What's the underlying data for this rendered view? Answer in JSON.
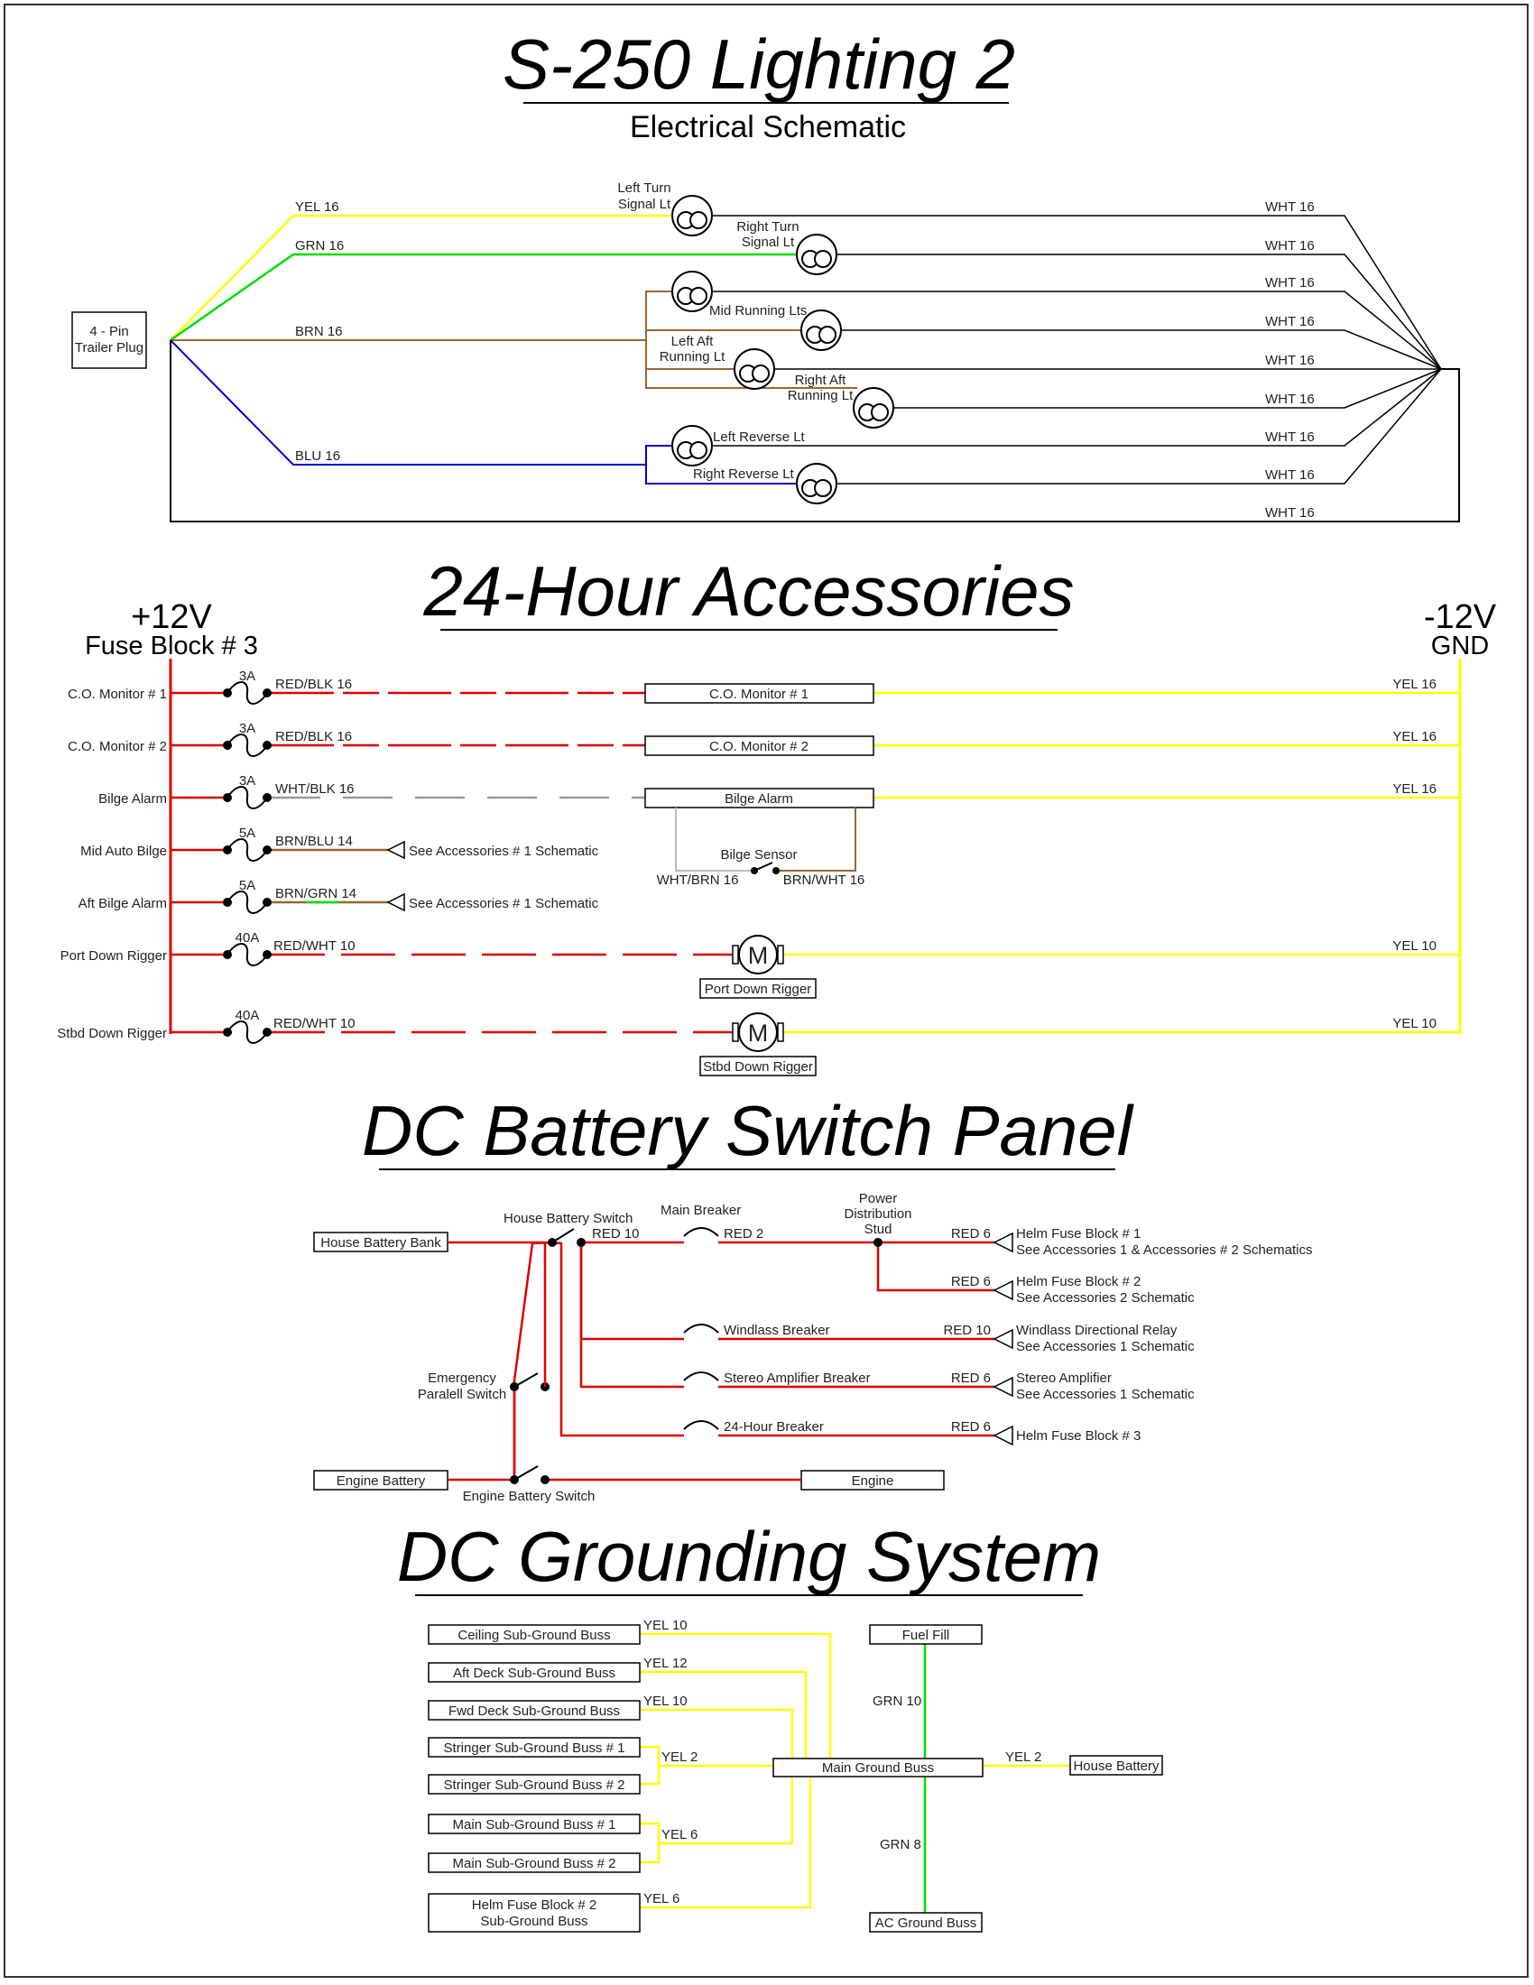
{
  "colors": {
    "yellow": "#ffff00",
    "green": "#00dd00",
    "brown": "#996633",
    "blue": "#0000cc",
    "red": "#dd0000",
    "black": "#000000",
    "gray": "#bbbbbb"
  },
  "lighting": {
    "title": "S-250 Lighting 2",
    "subtitle": "Electrical Schematic",
    "plug_line1": "4 - Pin",
    "plug_line2": "Trailer Plug",
    "wires": {
      "yel": "YEL 16",
      "grn": "GRN 16",
      "brn": "BRN 16",
      "blu": "BLU 16"
    },
    "lamps": {
      "left_turn_1": "Left Turn",
      "left_turn_2": "Signal Lt",
      "right_turn_1": "Right Turn",
      "right_turn_2": "Signal Lt",
      "mid_running": "Mid Running Lts",
      "left_aft_1": "Left Aft",
      "left_aft_2": "Running Lt",
      "right_aft_1": "Right Aft",
      "right_aft_2": "Running Lt",
      "left_reverse": "Left Reverse Lt",
      "right_reverse": "Right Reverse Lt"
    },
    "ground_wires": [
      "WHT 16",
      "WHT 16",
      "WHT 16",
      "WHT 16",
      "WHT 16",
      "WHT 16",
      "WHT 16",
      "WHT 16",
      "WHT 16"
    ]
  },
  "accessories": {
    "title": "24-Hour Accessories",
    "pos_volt": "+12V",
    "pos_fuse": "Fuse Block # 3",
    "neg_volt": "-12V",
    "neg_gnd": "GND",
    "circuits": [
      {
        "label": "C.O. Monitor # 1",
        "fuse": "3A",
        "wire": "RED/BLK 16",
        "device": "C.O. Monitor # 1",
        "return_wire": "YEL 16"
      },
      {
        "label": "C.O. Monitor # 2",
        "fuse": "3A",
        "wire": "RED/BLK 16",
        "device": "C.O. Monitor # 2",
        "return_wire": "YEL 16"
      },
      {
        "label": "Bilge Alarm",
        "fuse": "3A",
        "wire": "WHT/BLK 16",
        "device": "Bilge Alarm",
        "return_wire": "YEL 16"
      },
      {
        "label": "Mid Auto Bilge",
        "fuse": "5A",
        "wire": "BRN/BLU 14",
        "ref": "See Accessories # 1 Schematic"
      },
      {
        "label": "Aft Bilge Alarm",
        "fuse": "5A",
        "wire": "BRN/GRN 14",
        "ref": "See Accessories # 1 Schematic"
      },
      {
        "label": "Port Down Rigger",
        "fuse": "40A",
        "wire": "RED/WHT 10",
        "device": "Port Down Rigger",
        "motor": "M",
        "return_wire": "YEL 10"
      },
      {
        "label": "Stbd Down Rigger",
        "fuse": "40A",
        "wire": "RED/WHT 10",
        "device": "Stbd Down Rigger",
        "motor": "M",
        "return_wire": "YEL 10"
      }
    ],
    "bilge_sensor": "Bilge Sensor",
    "sensor_wire_left": "WHT/BRN 16",
    "sensor_wire_right": "BRN/WHT 16"
  },
  "battery_panel": {
    "title": "DC Battery Switch Panel",
    "house_bank": "House Battery Bank",
    "house_switch": "House Battery Switch",
    "main_breaker": "Main Breaker",
    "red10": "RED 10",
    "red2": "RED 2",
    "pds_1": "Power",
    "pds_2": "Distribution",
    "pds_3": "Stud",
    "outputs": [
      {
        "wire": "RED 6",
        "line1": "Helm Fuse Block # 1",
        "line2": "See Accessories 1 & Accessories # 2 Schematics"
      },
      {
        "wire": "RED 6",
        "line1": "Helm Fuse Block # 2",
        "line2": "See Accessories 2 Schematic"
      },
      {
        "breaker": "Windlass Breaker",
        "wire": "RED 10",
        "line1": "Windlass Directional Relay",
        "line2": "See Accessories 1 Schematic"
      },
      {
        "breaker": "Stereo Amplifier Breaker",
        "wire": "RED 6",
        "line1": "Stereo Amplifier",
        "line2": "See Accessories 1 Schematic"
      },
      {
        "breaker": "24-Hour Breaker",
        "wire": "RED 6",
        "line1": "Helm Fuse Block # 3",
        "line2": ""
      }
    ],
    "emergency_1": "Emergency",
    "emergency_2": "Paralell Switch",
    "engine_battery": "Engine Battery",
    "engine_switch": "Engine Battery Switch",
    "engine": "Engine"
  },
  "grounding": {
    "title": "DC Grounding System",
    "busses": [
      {
        "name": "Ceiling Sub-Ground Buss",
        "wire": "YEL 10"
      },
      {
        "name": "Aft Deck Sub-Ground Buss",
        "wire": "YEL 12"
      },
      {
        "name": "Fwd Deck Sub-Ground Buss",
        "wire": "YEL 10"
      },
      {
        "name": "Stringer Sub-Ground Buss # 1",
        "wire": ""
      },
      {
        "name": "Stringer Sub-Ground Buss # 2",
        "wire": ""
      },
      {
        "name": "Main Sub-Ground Buss # 1",
        "wire": ""
      },
      {
        "name": "Main Sub-Ground Buss # 2",
        "wire": ""
      },
      {
        "name": "Helm Fuse Block # 2",
        "name2": "Sub-Ground Buss",
        "wire": "YEL 6"
      }
    ],
    "stringer_wire": "YEL 2",
    "main_sub_wire": "YEL 6",
    "main_ground": "Main Ground Buss",
    "fuel_fill": "Fuel Fill",
    "fuel_wire": "GRN 10",
    "ac_ground": "AC Ground Buss",
    "ac_wire": "GRN 8",
    "house_battery": "House Battery",
    "house_wire": "YEL 2"
  }
}
